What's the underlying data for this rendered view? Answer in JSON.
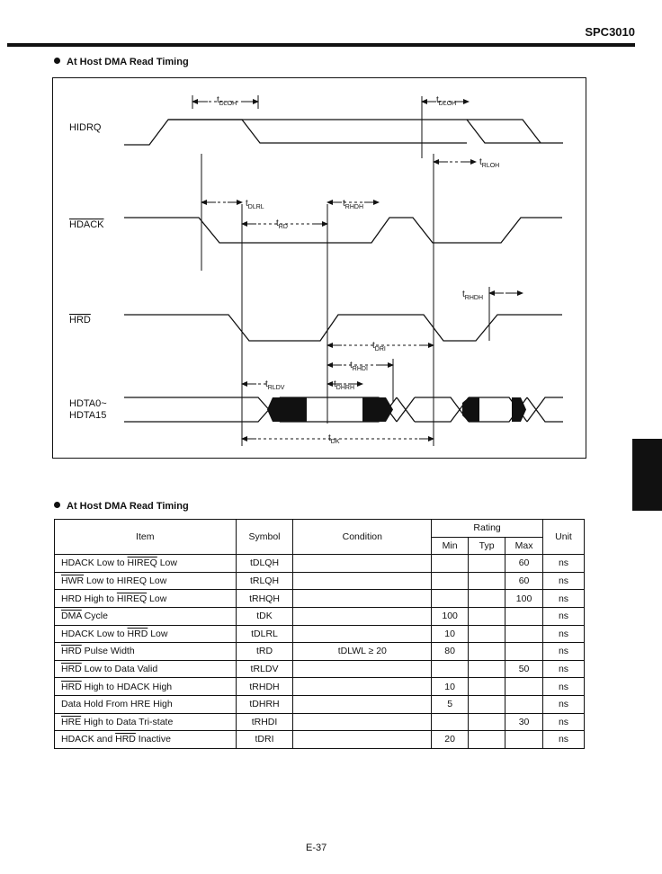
{
  "header": {
    "part_number": "SPC3010"
  },
  "diagram_section": {
    "title": "At Host DMA Read Timing"
  },
  "diagram": {
    "signals": [
      "HIDRQ",
      "HDACK",
      "HRD",
      "HDTA0~",
      "HDTA15"
    ],
    "params": {
      "tdloh_a": "t",
      "tdloh_a_sub": "DLOH",
      "tdloh_b": "t",
      "tdloh_b_sub": "DLOH",
      "trloh": "t",
      "trloh_sub": "RLOH",
      "tdlrl": "t",
      "tdlrl_sub": "DLRL",
      "trhdh": "t",
      "trhdh_sub": "RHDH",
      "trd": "t",
      "trd_sub": "RD",
      "trhdh2": "t",
      "trhdh2_sub": "RHDH",
      "tdri": "t",
      "tdri_sub": "DRI",
      "trhdi": "t",
      "trhdi_sub": "RHDI",
      "trldv": "t",
      "trldv_sub": "RLDV",
      "tdhrh": "t",
      "tdhrh_sub": "DHRH",
      "tdk": "t",
      "tdk_sub": "DK"
    }
  },
  "table_section": {
    "title": "At Host DMA Read Timing"
  },
  "table": {
    "headers": {
      "item": "Item",
      "symbol": "Symbol",
      "condition": "Condition",
      "rating": "Rating",
      "min": "Min",
      "typ": "Typ",
      "max": "Max",
      "unit": "Unit"
    },
    "rows": [
      {
        "pre": "HDACK Low to ",
        "ov": "HIREQ",
        "post": " Low",
        "symbol": "tDLQH",
        "condition": "",
        "min": "",
        "typ": "",
        "max": "60",
        "unit": "ns"
      },
      {
        "pre": "",
        "ov": "HWR",
        "post": " Low to HIREQ Low",
        "symbol": "tRLQH",
        "condition": "",
        "min": "",
        "typ": "",
        "max": "60",
        "unit": "ns"
      },
      {
        "pre": "HRD High to ",
        "ov": "HIREQ",
        "post": " Low",
        "symbol": "tRHQH",
        "condition": "",
        "min": "",
        "typ": "",
        "max": "100",
        "unit": "ns"
      },
      {
        "pre": "",
        "ov": "DMA",
        "post": " Cycle",
        "symbol": "tDK",
        "condition": "",
        "min": "100",
        "typ": "",
        "max": "",
        "unit": "ns"
      },
      {
        "pre": "HDACK Low to ",
        "ov": "HRD",
        "post": " Low",
        "symbol": "tDLRL",
        "condition": "",
        "min": "10",
        "typ": "",
        "max": "",
        "unit": "ns"
      },
      {
        "pre": "",
        "ov": "HRD",
        "post": " Pulse Width",
        "symbol": "tRD",
        "condition": "tDLWL ≥ 20",
        "min": "80",
        "typ": "",
        "max": "",
        "unit": "ns"
      },
      {
        "pre": "",
        "ov": "HRD",
        "post": " Low to Data Valid",
        "symbol": "tRLDV",
        "condition": "",
        "min": "",
        "typ": "",
        "max": "50",
        "unit": "ns"
      },
      {
        "pre": "",
        "ov": "HRD",
        "post": " High to HDACK High",
        "symbol": "tRHDH",
        "condition": "",
        "min": "10",
        "typ": "",
        "max": "",
        "unit": "ns"
      },
      {
        "pre": "Data Hold From HRE High",
        "ov": "",
        "post": "",
        "symbol": "tDHRH",
        "condition": "",
        "min": "5",
        "typ": "",
        "max": "",
        "unit": "ns"
      },
      {
        "pre": "",
        "ov": "HRE",
        "post": " High to Data Tri-state",
        "symbol": "tRHDI",
        "condition": "",
        "min": "",
        "typ": "",
        "max": "30",
        "unit": "ns"
      },
      {
        "pre": "HDACK and ",
        "ov": "HRD",
        "post": " Inactive",
        "symbol": "tDRI",
        "condition": "",
        "min": "20",
        "typ": "",
        "max": "",
        "unit": "ns"
      }
    ]
  },
  "footer": {
    "page_number": "E-37"
  }
}
